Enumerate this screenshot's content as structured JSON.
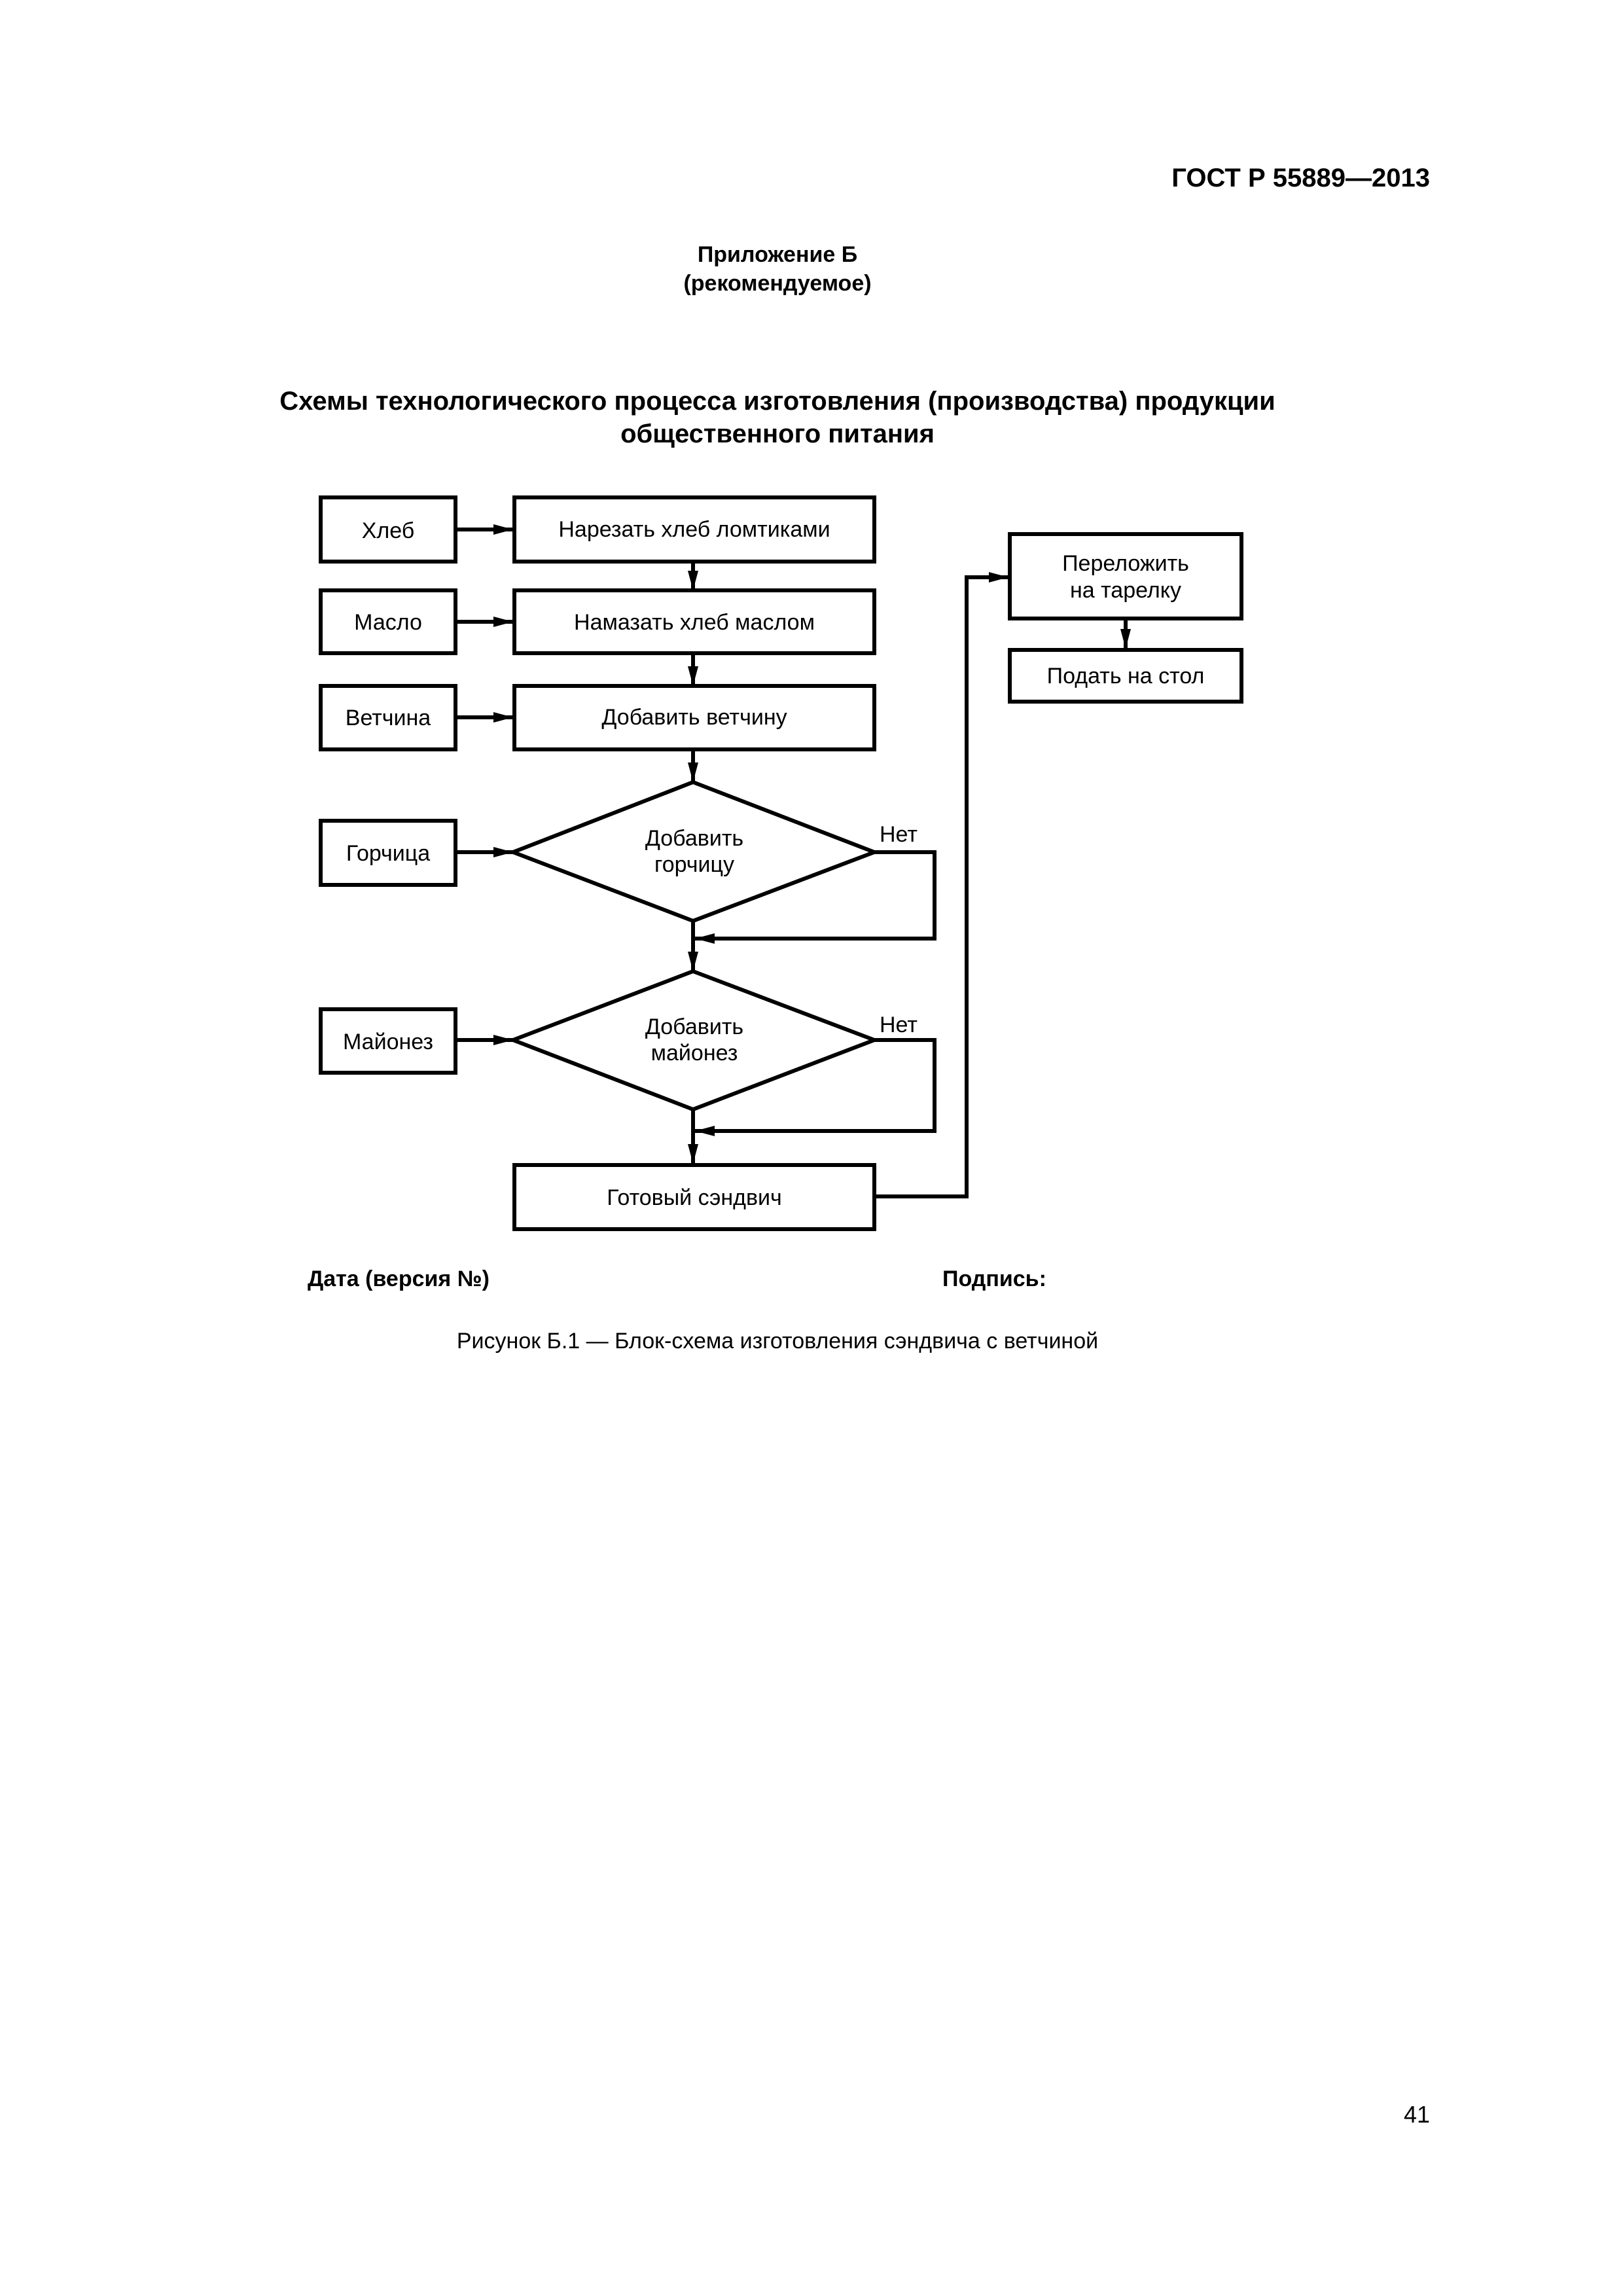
{
  "header": {
    "standard": "ГОСТ Р 55889—2013",
    "appendix": "Приложение Б",
    "appendix_status": "(рекомендуемое)",
    "title_line1": "Схемы технологического процесса изготовления (производства) продукции",
    "title_line2": "общественного питания"
  },
  "flowchart": {
    "inputs": [
      "Хлеб",
      "Масло",
      "Ветчина",
      "Горчица",
      "Майонез"
    ],
    "steps": [
      "Нарезать хлеб ломтиками",
      "Намазать хлеб маслом",
      "Добавить ветчину"
    ],
    "decision1": [
      "Добавить",
      "горчицу"
    ],
    "decision2": [
      "Добавить",
      "майонез"
    ],
    "no_label": "Нет",
    "result": "Готовый сэндвич",
    "plate": [
      "Переложить",
      "на тарелку"
    ],
    "serve": "Подать на стол"
  },
  "footer": {
    "date_label": "Дата (версия №)",
    "signature_label": "Подпись:",
    "caption": "Рисунок Б.1 — Блок-схема изготовления сэндвича с ветчиной",
    "page_number": "41"
  }
}
